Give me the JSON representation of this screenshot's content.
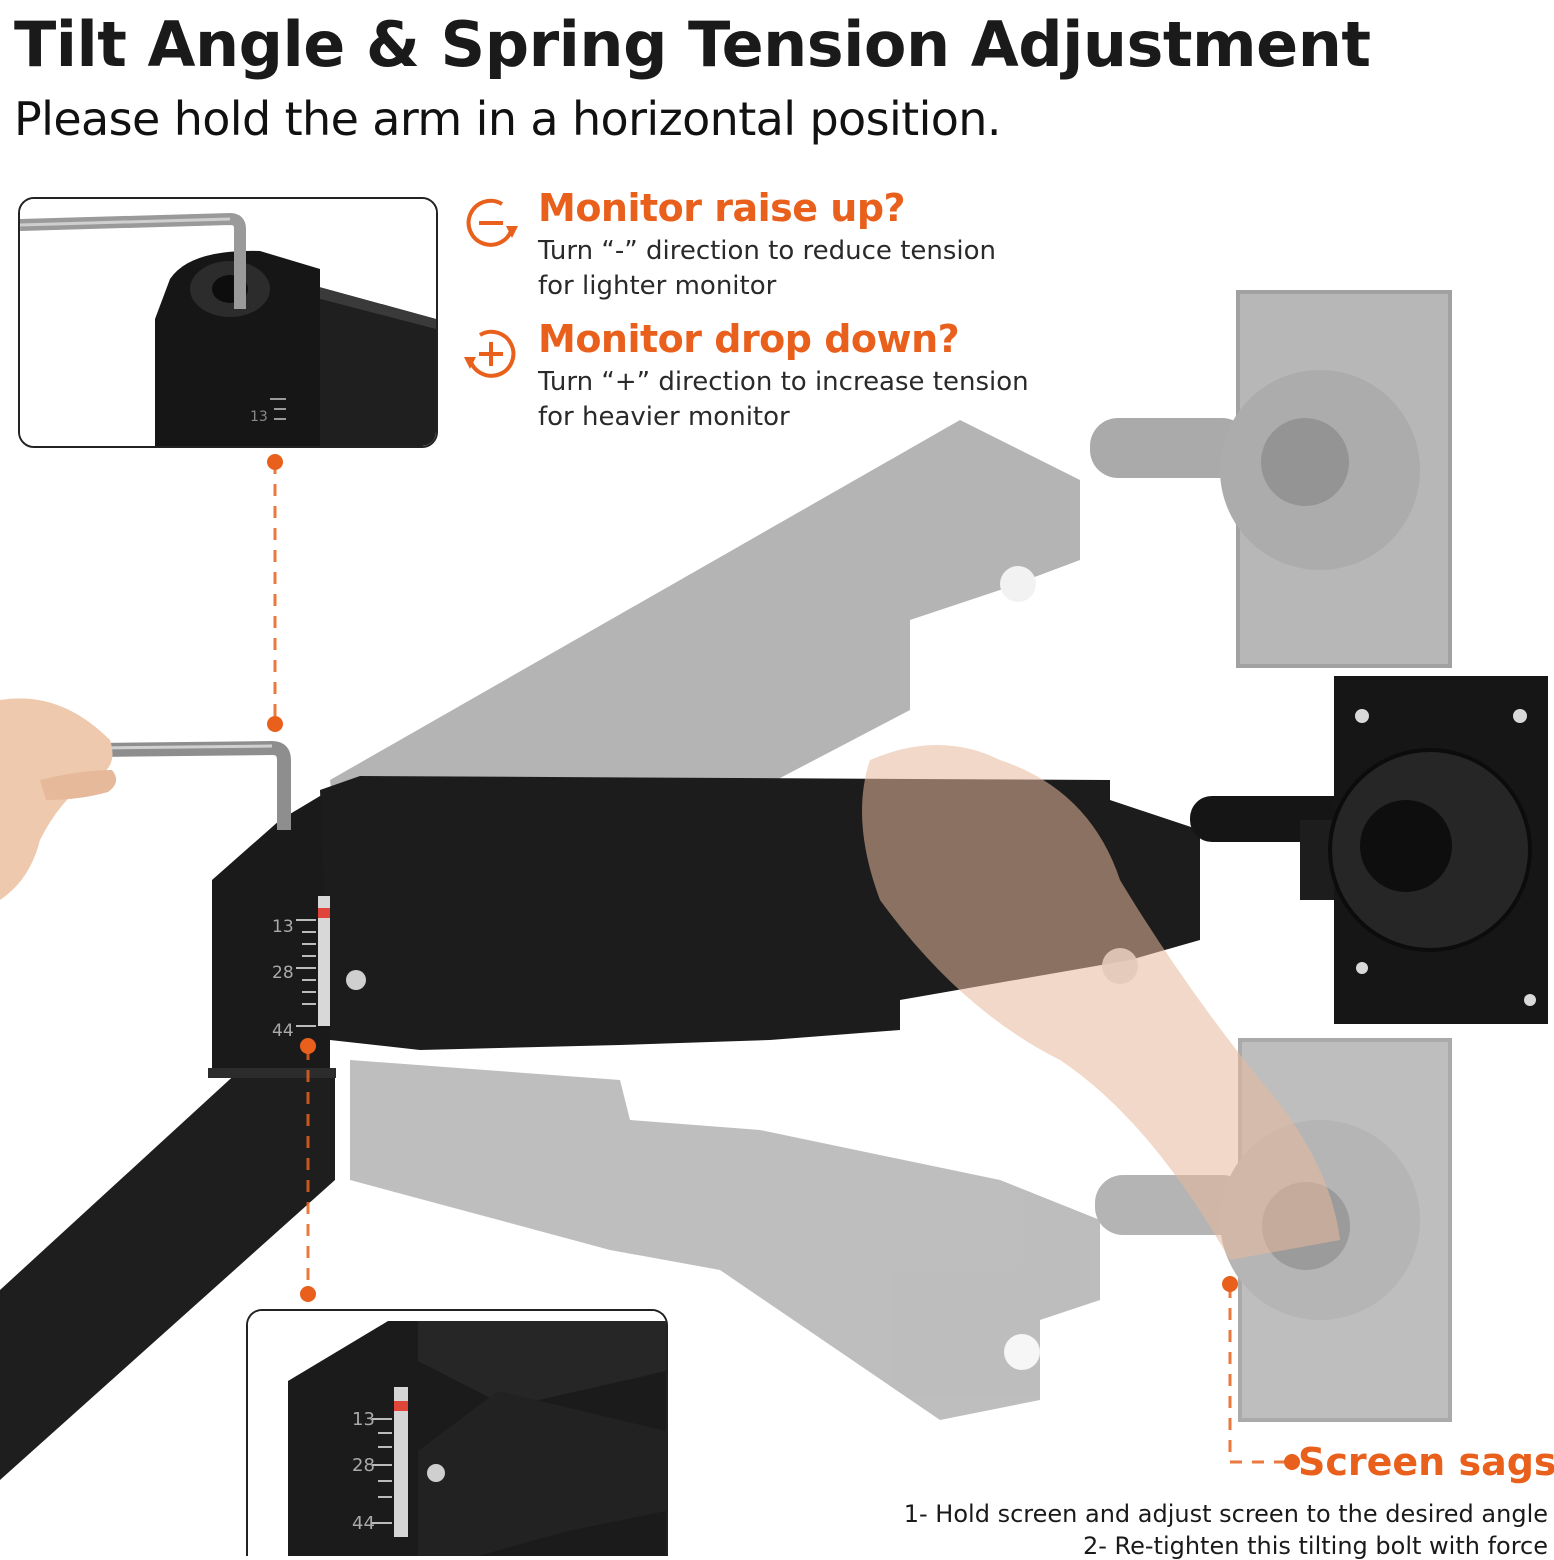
{
  "header": {
    "title": "Tilt Angle & Spring Tension Adjustment",
    "subtitle": "Please hold the arm in a horizontal position."
  },
  "tips": [
    {
      "icon": "minus-rotate-icon",
      "heading": "Monitor raise up?",
      "line1": "Turn “-” direction to reduce tension",
      "line2": "for lighter monitor"
    },
    {
      "icon": "plus-rotate-icon",
      "heading": "Monitor drop down?",
      "line1": "Turn “+” direction to increase tension",
      "line2": "for heavier monitor"
    }
  ],
  "scale_labels": [
    "13",
    "28",
    "44"
  ],
  "sag": {
    "heading": "Screen sags?",
    "step1": "1- Hold screen and adjust screen to the desired angle",
    "step2": "2- Re-tighten this tilting bolt with force"
  },
  "colors": {
    "accent": "#e8601c",
    "arm_black": "#1c1c1c",
    "ghost_gray": "#8a8a8a",
    "marker_red": "#e0453a"
  }
}
